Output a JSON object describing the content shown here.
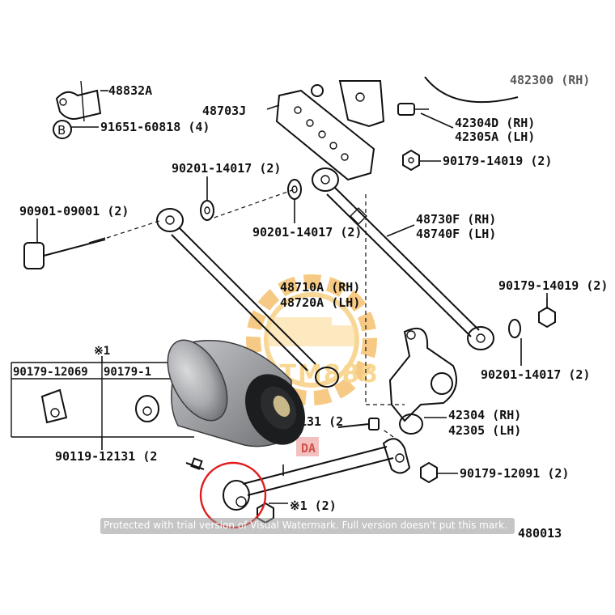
{
  "callouts": {
    "c48832A": "48832A",
    "c91651": "91651-60818 (4)",
    "cB": "B",
    "c48703J": "48703J",
    "c42304D": "42304D (RH)",
    "c42305A": "42305A (LH)",
    "c90179_14019_top": "90179-14019 (2)",
    "c90201_left": "90201-14017 (2)",
    "c90201_mid": "90201-14017 (2)",
    "c90901": "90901-09001 (2)",
    "c48730F": "48730F (RH)",
    "c48740F": "48740F (LH)",
    "c48710A": "48710A (RH)",
    "c48720A": "48720A (LH)",
    "c90179_14019_right": "90179-14019 (2)",
    "c90201_right": "90201-14017 (2)",
    "c42304": "42304 (RH)",
    "c42305": "42305 (LH)",
    "c131": "131 (2",
    "cDA": "DA",
    "c90179_12091": "90179-12091 (2)",
    "c90119": "90119-12131 (2",
    "cNote1": "※1",
    "cNote1b": "※1 (2)",
    "c480013": "480013",
    "topCut": "482300 (RH)"
  },
  "inset": {
    "note": "※1",
    "col1": "90179-12069",
    "col2": "90179-1"
  },
  "watermark_logo": "OTM888",
  "trial_banner": "Protected with trial version of Visual Watermark. Full version doesn't put this mark."
}
